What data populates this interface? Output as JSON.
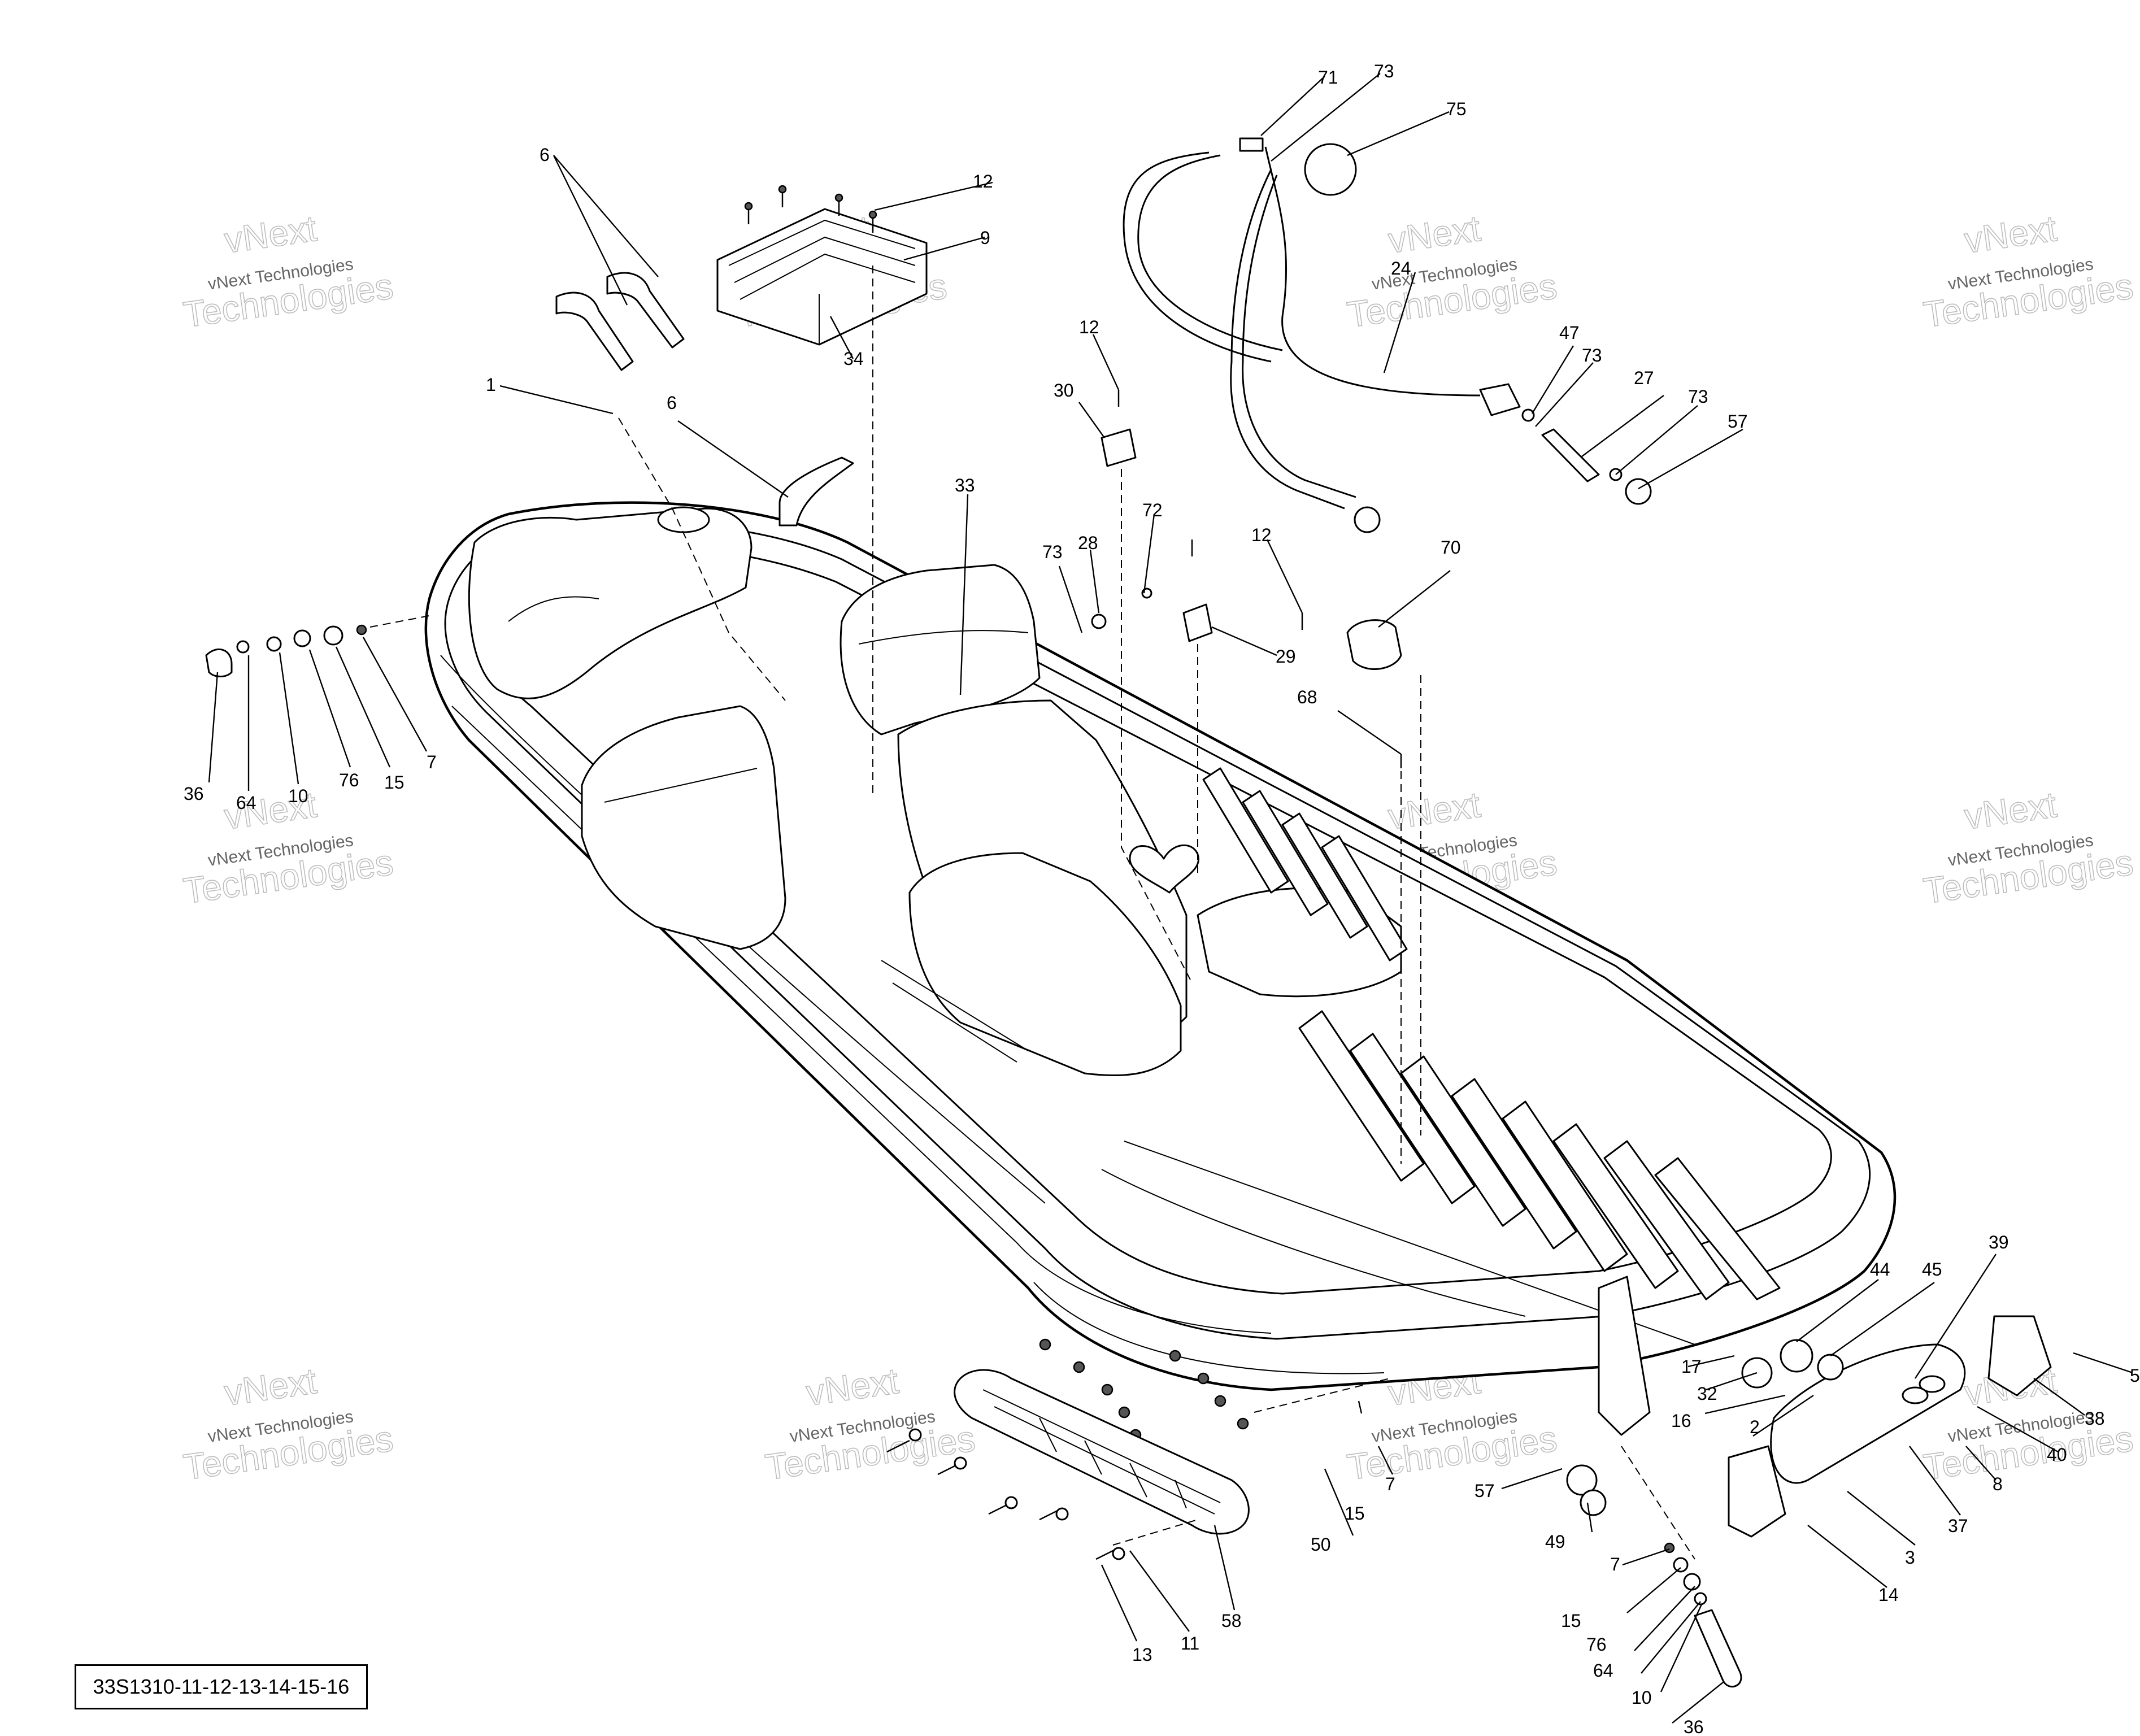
{
  "document": {
    "drawing_number": "33S1310-11-12-13-14-15-16",
    "watermark": {
      "line1": "vNext",
      "line2": "vNext Technologies",
      "line3": "Technologies"
    }
  },
  "callouts": [
    {
      "id": "c71",
      "label": "71"
    },
    {
      "id": "c73a",
      "label": "73"
    },
    {
      "id": "c75",
      "label": "75"
    },
    {
      "id": "c6a",
      "label": "6"
    },
    {
      "id": "c12a",
      "label": "12"
    },
    {
      "id": "c9",
      "label": "9"
    },
    {
      "id": "c24",
      "label": "24"
    },
    {
      "id": "c34",
      "label": "34"
    },
    {
      "id": "c47",
      "label": "47"
    },
    {
      "id": "c73b",
      "label": "73"
    },
    {
      "id": "c27",
      "label": "27"
    },
    {
      "id": "c73c",
      "label": "73"
    },
    {
      "id": "c57a",
      "label": "57"
    },
    {
      "id": "c12b",
      "label": "12"
    },
    {
      "id": "c30",
      "label": "30"
    },
    {
      "id": "c1",
      "label": "1"
    },
    {
      "id": "c6b",
      "label": "6"
    },
    {
      "id": "c33",
      "label": "33"
    },
    {
      "id": "c72",
      "label": "72"
    },
    {
      "id": "c12c",
      "label": "12"
    },
    {
      "id": "c70",
      "label": "70"
    },
    {
      "id": "c73d",
      "label": "73"
    },
    {
      "id": "c28",
      "label": "28"
    },
    {
      "id": "c29",
      "label": "29"
    },
    {
      "id": "c68",
      "label": "68"
    },
    {
      "id": "c36a",
      "label": "36"
    },
    {
      "id": "c64a",
      "label": "64"
    },
    {
      "id": "c10a",
      "label": "10"
    },
    {
      "id": "c76a",
      "label": "76"
    },
    {
      "id": "c15a",
      "label": "15"
    },
    {
      "id": "c7a",
      "label": "7"
    },
    {
      "id": "c39",
      "label": "39"
    },
    {
      "id": "c44",
      "label": "44"
    },
    {
      "id": "c45",
      "label": "45"
    },
    {
      "id": "c17",
      "label": "17"
    },
    {
      "id": "c32",
      "label": "32"
    },
    {
      "id": "c16",
      "label": "16"
    },
    {
      "id": "c2",
      "label": "2"
    },
    {
      "id": "c5",
      "label": "5"
    },
    {
      "id": "c38",
      "label": "38"
    },
    {
      "id": "c40",
      "label": "40"
    },
    {
      "id": "c8",
      "label": "8"
    },
    {
      "id": "c37",
      "label": "37"
    },
    {
      "id": "c3",
      "label": "3"
    },
    {
      "id": "c14",
      "label": "14"
    },
    {
      "id": "c57b",
      "label": "57"
    },
    {
      "id": "c49",
      "label": "49"
    },
    {
      "id": "c7b",
      "label": "7"
    },
    {
      "id": "c15b",
      "label": "15"
    },
    {
      "id": "c50",
      "label": "50"
    },
    {
      "id": "c7c",
      "label": "7"
    },
    {
      "id": "c15c",
      "label": "15"
    },
    {
      "id": "c76b",
      "label": "76"
    },
    {
      "id": "c64b",
      "label": "64"
    },
    {
      "id": "c10b",
      "label": "10"
    },
    {
      "id": "c36b",
      "label": "36"
    },
    {
      "id": "c58",
      "label": "58"
    },
    {
      "id": "c11",
      "label": "11"
    },
    {
      "id": "c13",
      "label": "13"
    }
  ]
}
